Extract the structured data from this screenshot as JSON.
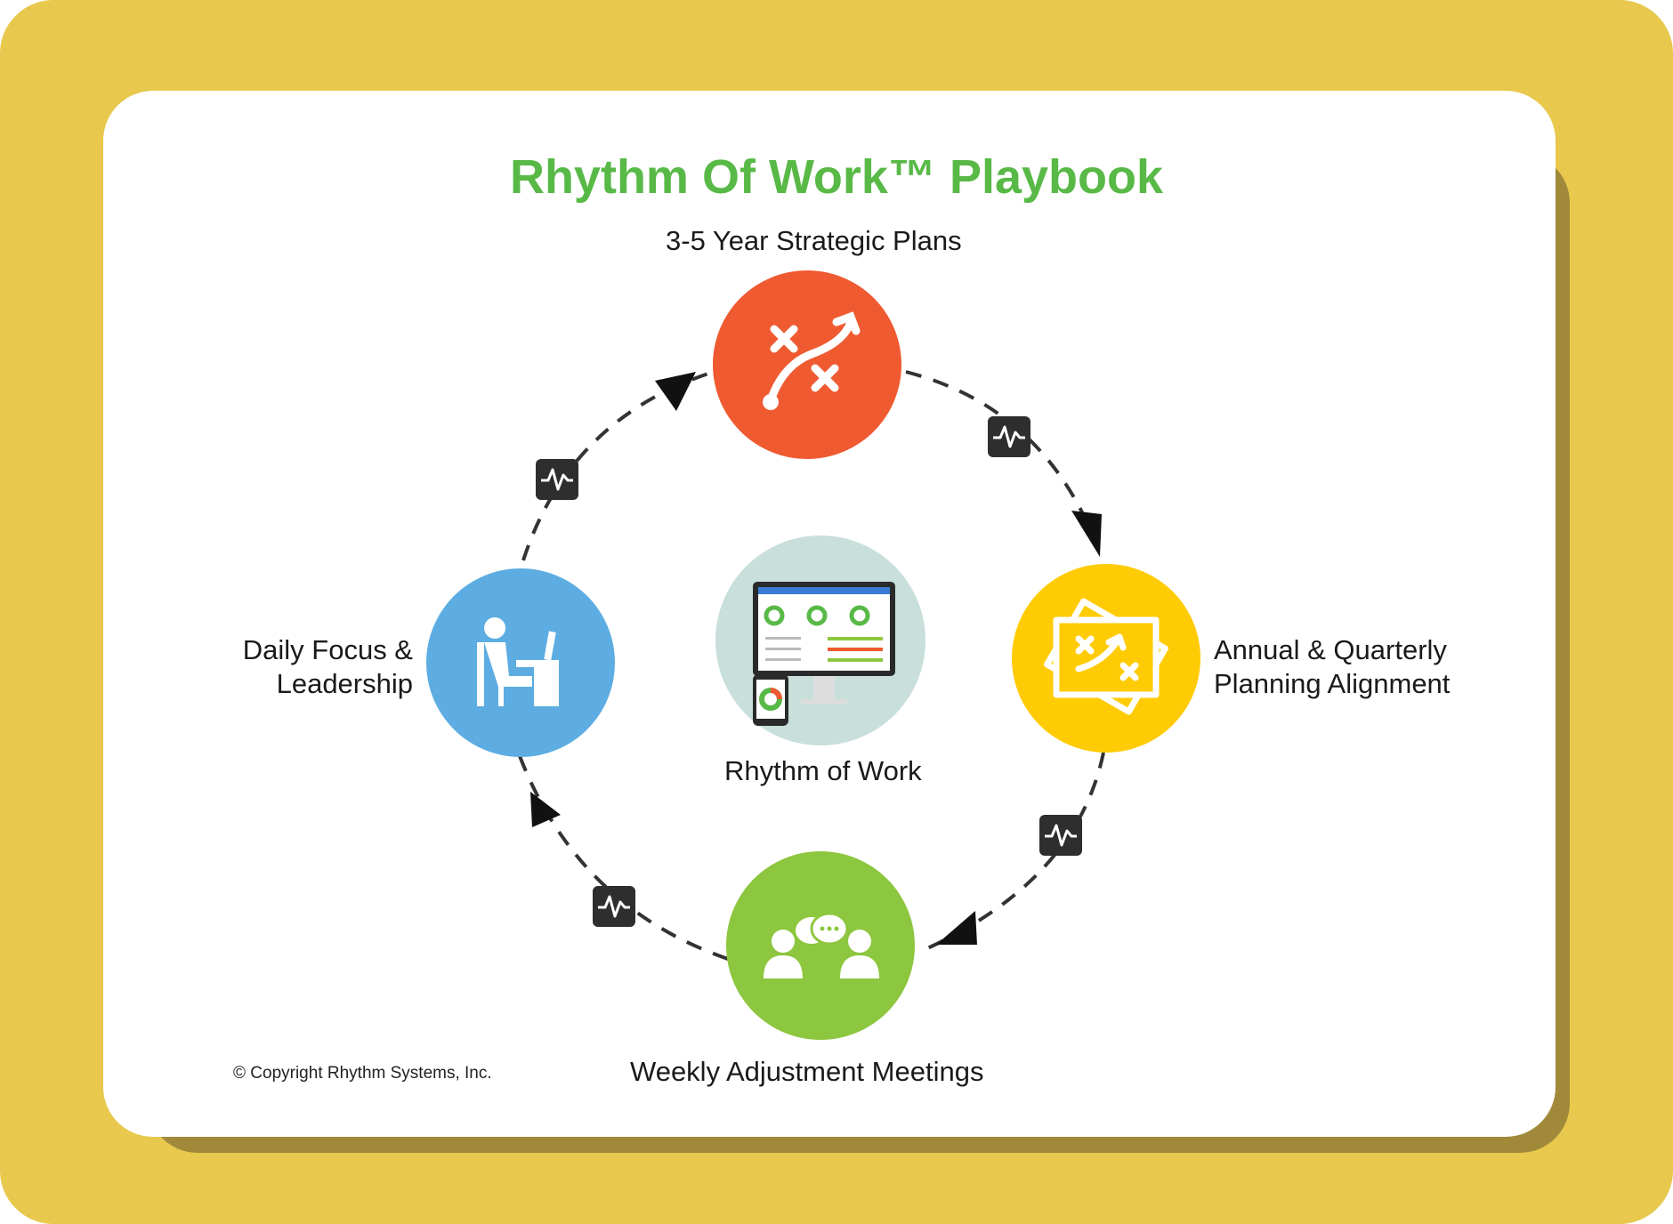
{
  "title": "Rhythm Of Work™ Playbook",
  "nodes": {
    "top": {
      "label": "3-5 Year Strategic Plans",
      "color": "#EF5A31"
    },
    "right": {
      "label_line1": "Annual & Quarterly",
      "label_line2": "Planning Alignment",
      "color": "#FFCB05"
    },
    "bottom": {
      "label": "Weekly Adjustment Meetings",
      "color": "#8DC63F"
    },
    "left": {
      "label_line1": "Daily Focus &",
      "label_line2": "Leadership",
      "color": "#5DADE2"
    },
    "center": {
      "label": "Rhythm of Work",
      "color": "#C8DFDB"
    }
  },
  "copyright": "© Copyright Rhythm Systems, Inc.",
  "colors": {
    "frame": "#E8C84D",
    "title": "#58B947",
    "connector": "#333333",
    "badge": "#2E2E2E"
  },
  "icons": [
    "strategy-play-icon",
    "strategy-board-icon",
    "meeting-people-icon",
    "desk-worker-icon",
    "pulse-badge-icon",
    "dashboard-monitor-icon"
  ]
}
